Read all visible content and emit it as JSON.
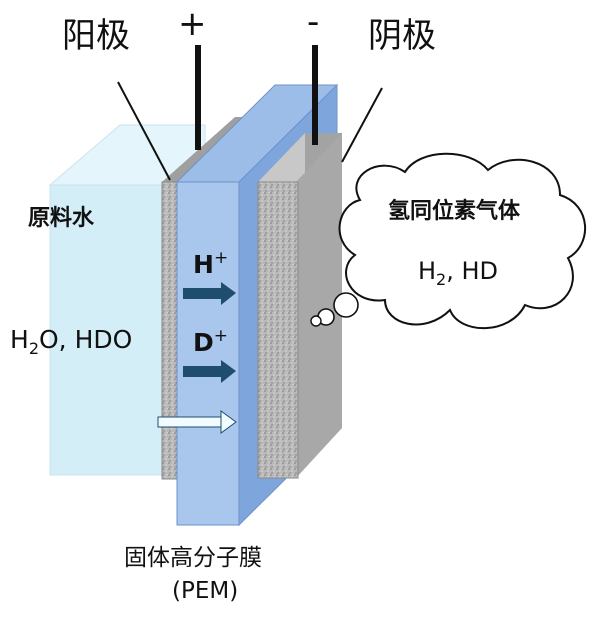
{
  "labels": {
    "anode": "阳极",
    "plus": "+",
    "minus": "-",
    "cathode": "阴极",
    "raw_water": "原料水",
    "feed_main": "H",
    "feed_sub": "2",
    "feed_rest": "O, HDO",
    "h_ion": "H",
    "h_ion_sup": "+",
    "d_ion": "D",
    "d_ion_sup": "+",
    "gas_title": "氢同位素气体",
    "gas_main": "H",
    "gas_sub": "2",
    "gas_rest": ", HD",
    "membrane": "固体高分子膜",
    "membrane_abbr": "(PEM)"
  },
  "colors": {
    "water": "#d4eef8",
    "membrane": "#a9c6ec",
    "membrane_top": "#7aa4de",
    "electrode": "#b8b8b8",
    "arrow": "#1f4d6e"
  }
}
